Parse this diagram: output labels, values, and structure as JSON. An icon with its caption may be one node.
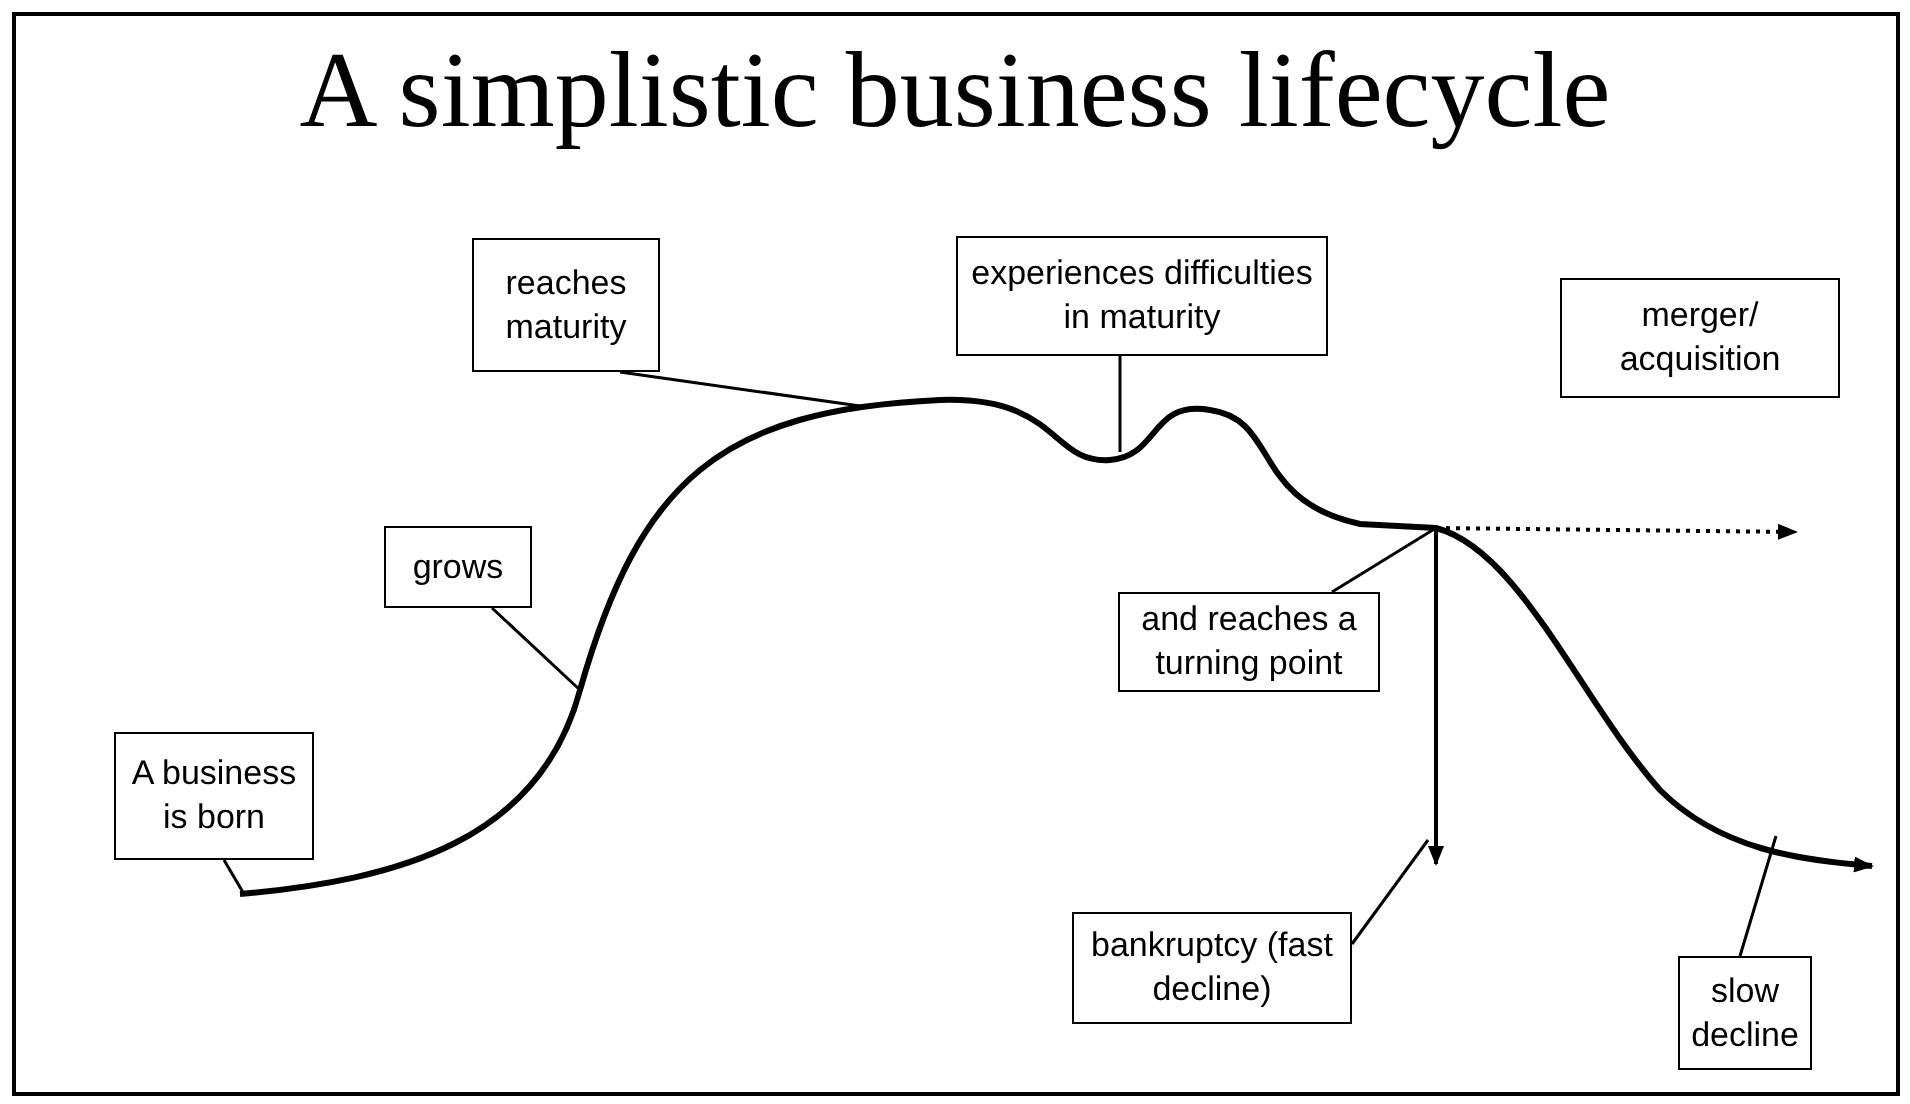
{
  "diagram": {
    "title": "A simplistic business lifecycle",
    "nodes": [
      {
        "text": [
          "A business is born"
        ]
      },
      {
        "text": [
          "grows"
        ]
      },
      {
        "text": [
          "reaches maturity"
        ]
      },
      {
        "text": [
          "experiences difficulties in maturity"
        ]
      },
      {
        "text": [
          "merger/ acquisition"
        ]
      },
      {
        "text": [
          "and reaches a turning point"
        ]
      },
      {
        "text": [
          "bankruptcy (fast decline)"
        ]
      },
      {
        "text": [
          "slow decline"
        ]
      }
    ],
    "edges": [
      {
        "from": 0,
        "to": null,
        "arrow": "none"
      },
      {
        "from": 1,
        "to": null,
        "arrow": "none"
      },
      {
        "from": 2,
        "to": null,
        "arrow": "none"
      },
      {
        "from": 3,
        "to": null,
        "arrow": "none"
      },
      {
        "from": 5,
        "to": null,
        "arrow": "none"
      },
      {
        "from": 6,
        "to": null,
        "arrow": "none"
      },
      {
        "from": 7,
        "to": null,
        "arrow": "none"
      }
    ]
  }
}
